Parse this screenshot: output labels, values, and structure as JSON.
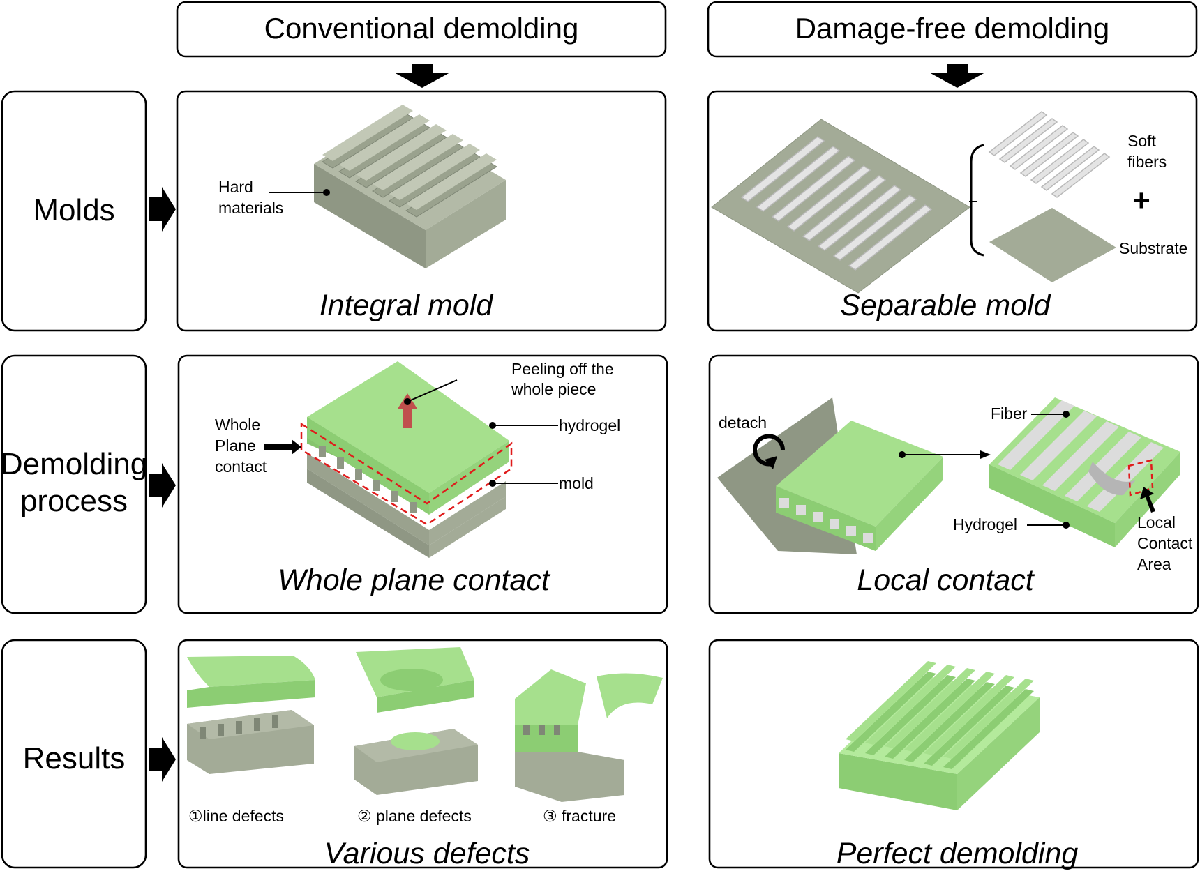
{
  "columns": {
    "conventional": "Conventional demolding",
    "damage_free": "Damage-free demolding"
  },
  "rows": {
    "molds": "Molds",
    "demolding_line1": "Demolding",
    "demolding_line2": "process",
    "results": "Results"
  },
  "molds_panel": {
    "left_caption": "Integral mold",
    "hard_line1": "Hard",
    "hard_line2": "materials",
    "right_caption": "Separable mold",
    "soft_line1": "Soft",
    "soft_line2": "fibers",
    "plus": "+",
    "substrate": "Substrate"
  },
  "process_panel": {
    "left_caption": "Whole plane contact",
    "peel_line1": "Peeling off the",
    "peel_line2": "whole piece",
    "hydrogel": "hydrogel",
    "mold": "mold",
    "whole_line1": "Whole",
    "whole_line2": "Plane",
    "whole_line3": "contact",
    "right_caption": "Local contact",
    "detach": "detach",
    "fiber": "Fiber",
    "hydrogel_cap": "Hydrogel",
    "local_line1": "Local",
    "local_line2": "Contact",
    "local_line3": "Area"
  },
  "results_panel": {
    "left_caption": "Various defects",
    "defect1": "①line defects",
    "defect2": "② plane defects",
    "defect3": "③ fracture",
    "right_caption": "Perfect demolding"
  },
  "colors": {
    "mold": "#a3ab97",
    "mold_dark": "#7f8776",
    "hydrogel": "#a6e08d",
    "hydrogel_dark": "#86c46d",
    "fiber": "#dcdcdc",
    "dashed": "#e01b1b",
    "peel_arrow": "#c0504d"
  }
}
